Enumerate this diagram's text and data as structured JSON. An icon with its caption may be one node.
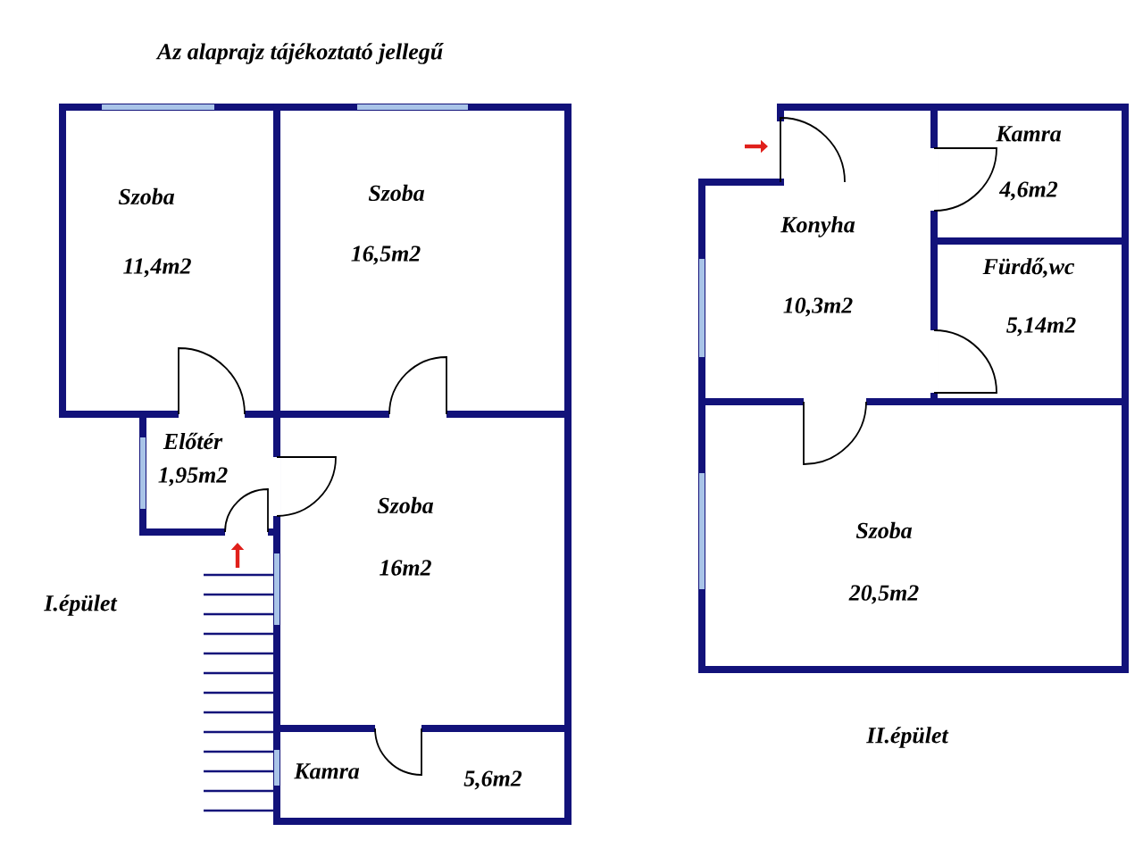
{
  "diagram": {
    "title": "Az alaprajz tájékoztató jellegű",
    "nodes": [
      {
        "text": [
          "Szoba",
          "11,4m2"
        ]
      },
      {
        "text": [
          "Szoba",
          "16,5m2"
        ]
      },
      {
        "text": [
          "Előtér",
          "1,95m2"
        ]
      },
      {
        "text": [
          "Szoba",
          "16m2"
        ]
      },
      {
        "text": [
          "Kamra",
          "5,6m2"
        ]
      },
      {
        "text": [
          "Konyha",
          "10,3m2"
        ]
      },
      {
        "text": [
          "Kamra",
          "4,6m2"
        ]
      },
      {
        "text": [
          "Fürdő,wc",
          "5,14m2"
        ]
      },
      {
        "text": [
          "Szoba",
          "20,5m2"
        ]
      }
    ],
    "labels": [
      "I.épület",
      "II.épület"
    ]
  }
}
